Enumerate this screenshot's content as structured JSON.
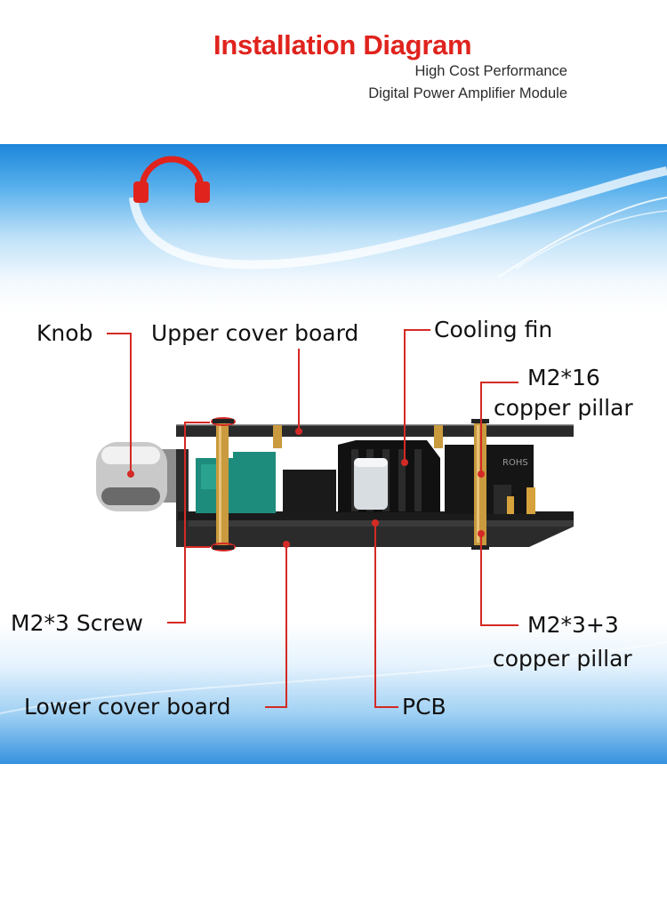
{
  "header": {
    "title": "Installation Diagram",
    "subtitle_line1": "High Cost Performance",
    "subtitle_line2": "Digital Power Amplifier Module"
  },
  "labels": {
    "knob": "Knob",
    "upper_cover_board": "Upper cover board",
    "cooling_fin": "Cooling fin",
    "m2x16_line1": "M2*16",
    "m2x16_line2": "copper pillar",
    "m2x3_screw": "M2*3 Screw",
    "m2x3x3_line1": "M2*3+3",
    "m2x3x3_line2": "copper pillar",
    "lower_cover_board": "Lower cover board",
    "pcb": "PCB"
  },
  "board_marking": "ROHS",
  "colors": {
    "title_red": "#e0231d",
    "leader_red": "#d42a25",
    "banner_blue": "#1d86da",
    "pcb_black": "#1b1b1b",
    "inductor_teal": "#1e8c7c",
    "copper": "#c99a3e"
  },
  "icons": [
    "headphones-icon"
  ]
}
